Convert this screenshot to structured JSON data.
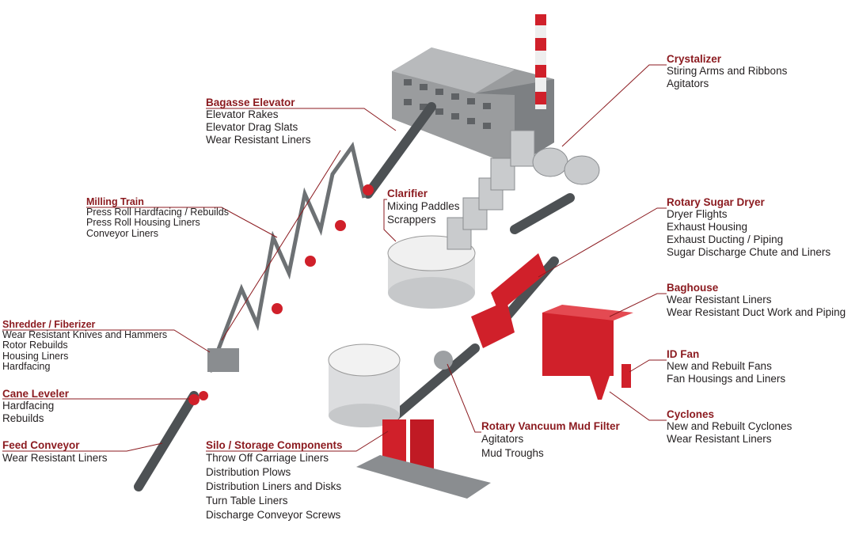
{
  "callouts": [
    {
      "id": "crystalizer",
      "title": "Crystalizer",
      "items": [
        "Stiring Arms and Ribbons",
        "Agitators"
      ]
    },
    {
      "id": "bagasse-elevator",
      "title": "Bagasse Elevator",
      "items": [
        "Elevator Rakes",
        "Elevator Drag Slats",
        "Wear Resistant Liners"
      ]
    },
    {
      "id": "milling-train",
      "title": "Milling Train",
      "items": [
        "Press Roll Hardfacing / Rebuilds",
        "Press Roll Housing Liners",
        "Conveyor Liners"
      ]
    },
    {
      "id": "clarifier",
      "title": "Clarifier",
      "items": [
        "Mixing Paddles",
        "Scrappers"
      ]
    },
    {
      "id": "rotary-sugar-dryer",
      "title": "Rotary Sugar Dryer",
      "items": [
        "Dryer Flights",
        "Exhaust Housing",
        "Exhaust Ducting / Piping",
        "Sugar Discharge Chute and Liners"
      ]
    },
    {
      "id": "baghouse",
      "title": "Baghouse",
      "items": [
        "Wear Resistant Liners",
        "Wear Resistant Duct Work and Piping"
      ]
    },
    {
      "id": "id-fan",
      "title": "ID Fan",
      "items": [
        "New and Rebuilt Fans",
        "Fan Housings and Liners"
      ]
    },
    {
      "id": "cyclones",
      "title": "Cyclones",
      "items": [
        "New and Rebuilt Cyclones",
        "Wear Resistant Liners"
      ]
    },
    {
      "id": "shredder",
      "title": "Shredder / Fiberizer",
      "items": [
        "Wear Resistant Knives and Hammers",
        "Rotor Rebuilds",
        "Housing Liners",
        "Hardfacing"
      ]
    },
    {
      "id": "cane-leveler",
      "title": "Cane Leveler",
      "items": [
        "Hardfacing",
        "Rebuilds"
      ]
    },
    {
      "id": "feed-conveyor",
      "title": "Feed Conveyor",
      "items": [
        "Wear Resistant Liners"
      ]
    },
    {
      "id": "silo",
      "title": "Silo / Storage Components",
      "items": [
        "Throw Off Carriage Liners",
        "Distribution Plows",
        "Distribution Liners and Disks",
        "Turn Table Liners",
        "Discharge Conveyor Screws"
      ]
    },
    {
      "id": "mud-filter",
      "title": "Rotary Vancuum Mud Filter",
      "items": [
        "Agitators",
        "Mud Troughs"
      ]
    }
  ],
  "colors": {
    "accent": "#8b1a1f",
    "equipment_red": "#d0202a",
    "steel": "#8a8d90"
  }
}
